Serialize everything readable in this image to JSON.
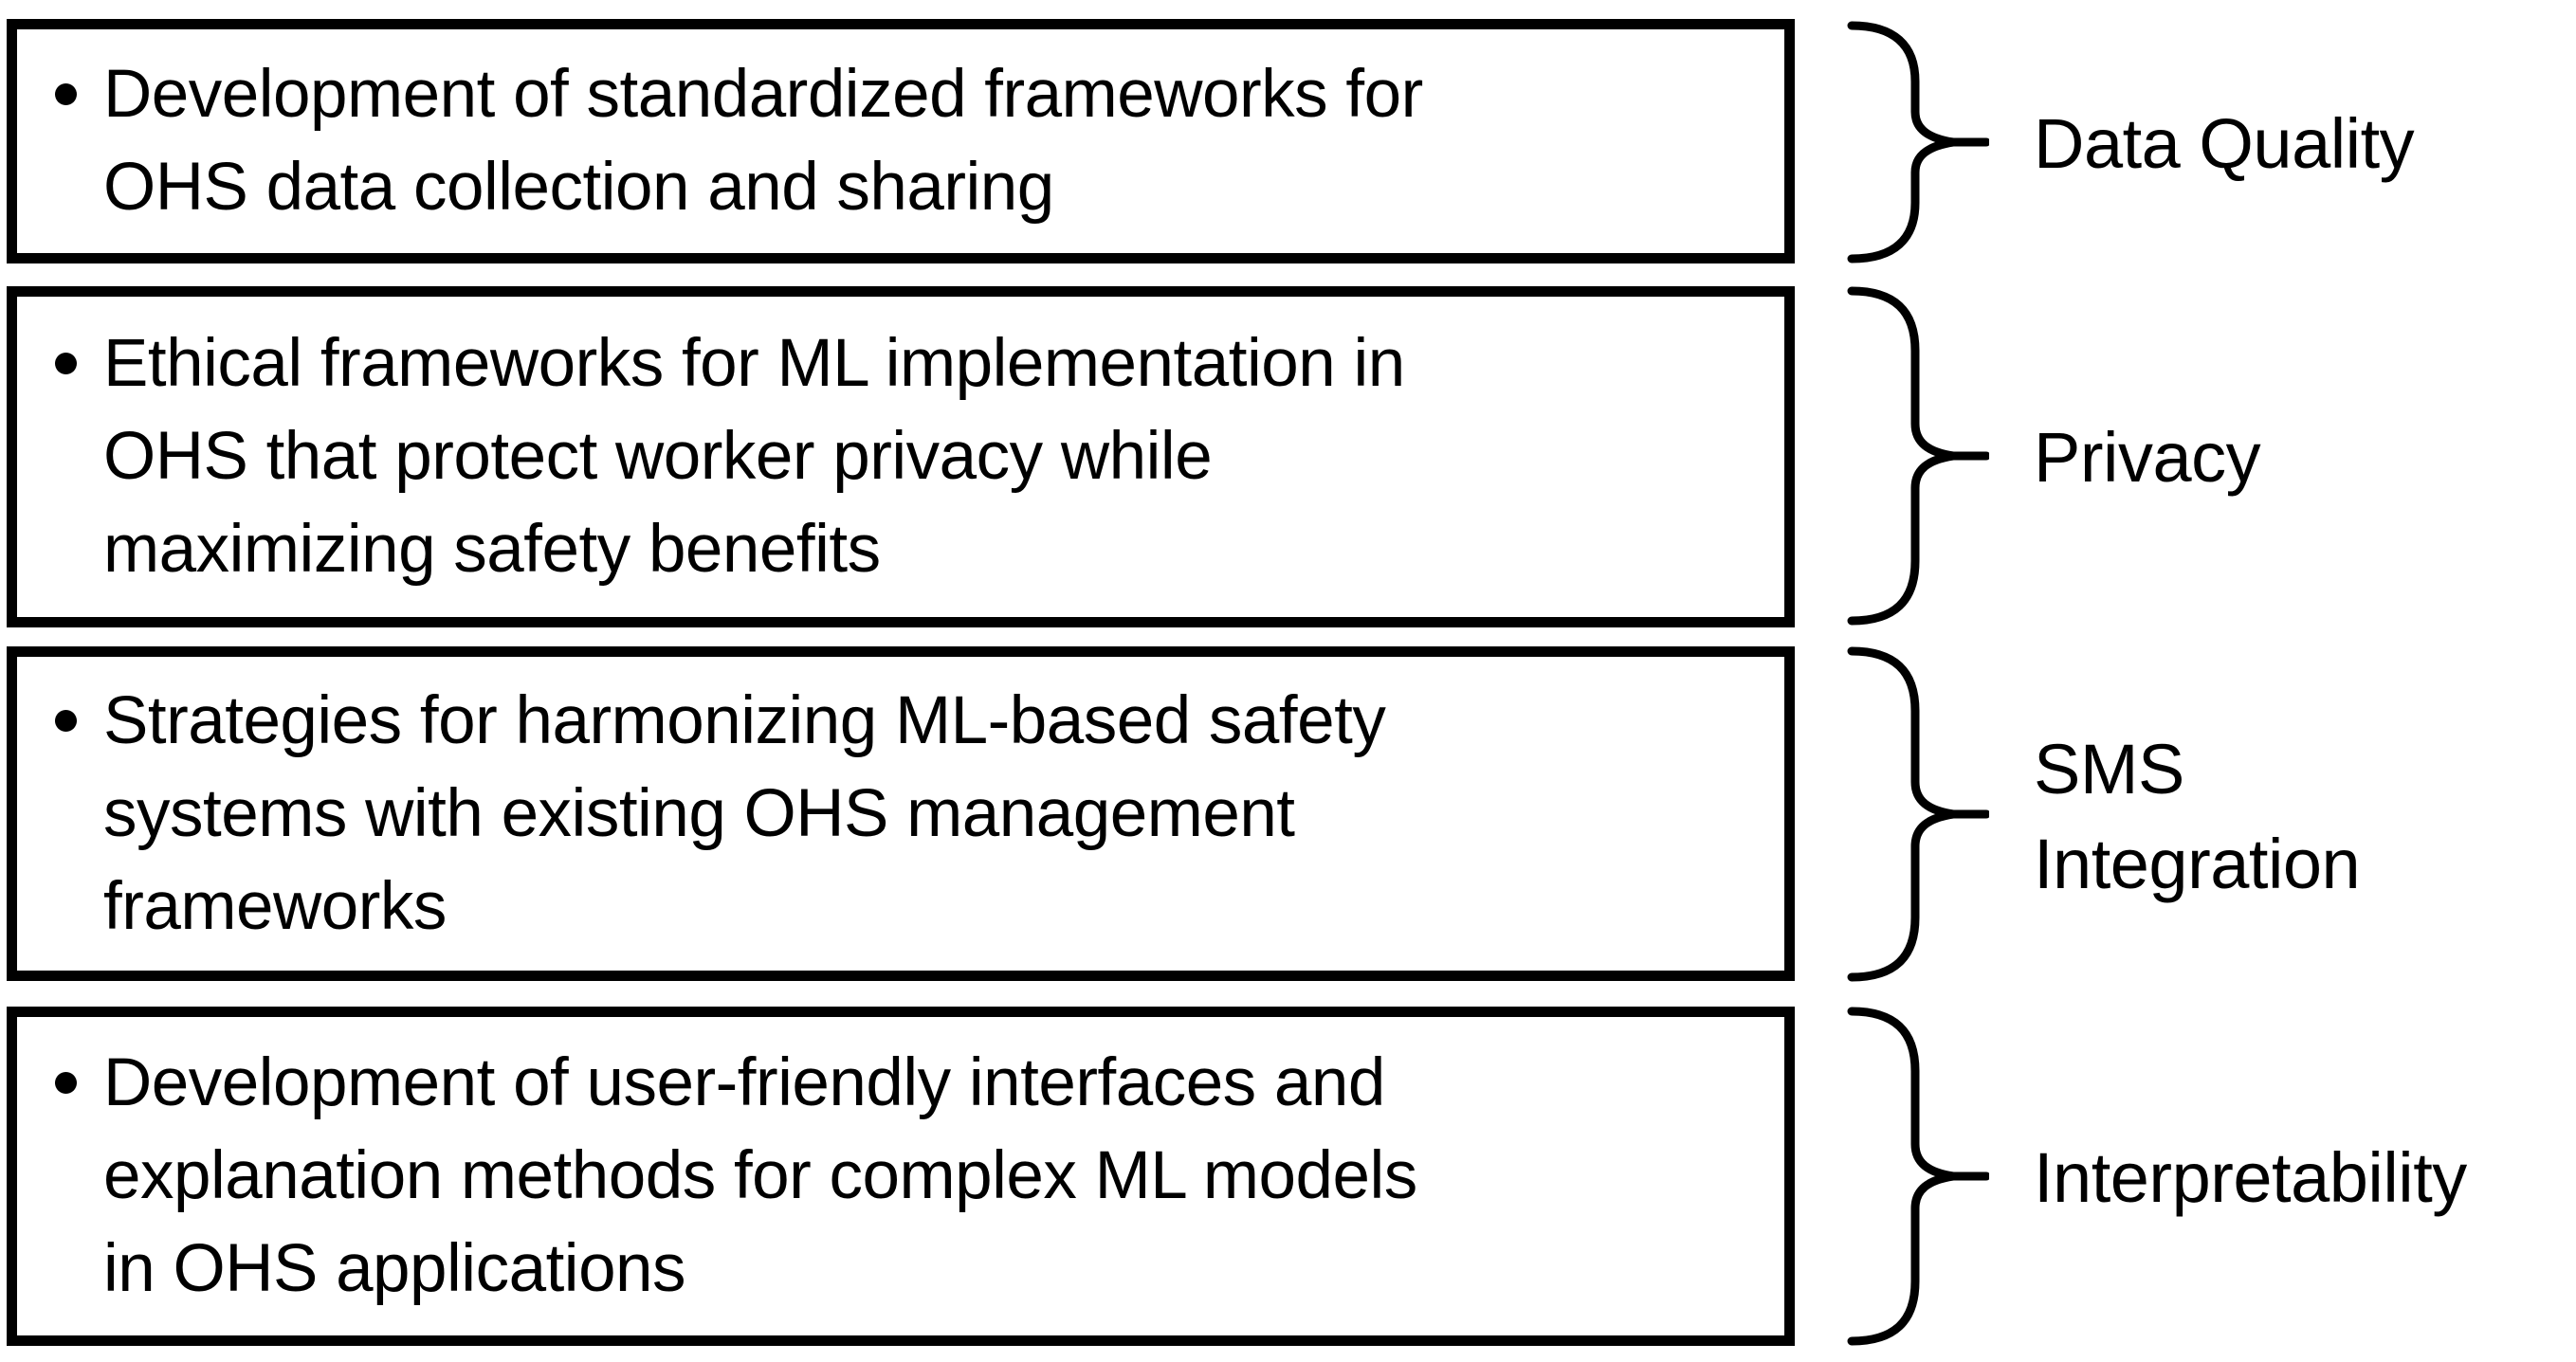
{
  "diagram": {
    "background_color": "#ffffff",
    "line_color": "#000000",
    "rows": [
      {
        "box_lines": [
          "Development of standardized frameworks for",
          "OHS data collection and sharing"
        ],
        "label_lines": [
          "Data Quality"
        ]
      },
      {
        "box_lines": [
          "Ethical frameworks for ML implementation in",
          "OHS that protect worker privacy while",
          "maximizing safety benefits"
        ],
        "label_lines": [
          "Privacy"
        ]
      },
      {
        "box_lines": [
          "Strategies for harmonizing ML-based safety",
          "systems with existing OHS management",
          "frameworks"
        ],
        "label_lines": [
          "SMS",
          "Integration"
        ]
      },
      {
        "box_lines": [
          "Development of user-friendly interfaces and",
          "explanation methods for complex ML models",
          "in OHS applications"
        ],
        "label_lines": [
          "Interpretability"
        ]
      }
    ]
  }
}
